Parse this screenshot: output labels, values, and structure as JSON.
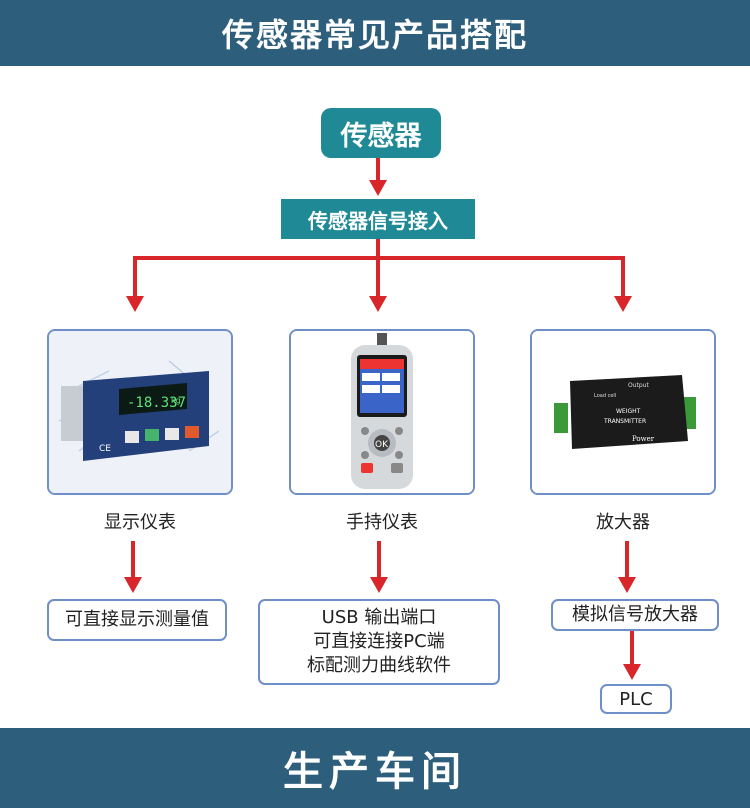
{
  "header": {
    "title": "传感器常见产品搭配"
  },
  "flow": {
    "sensor": "传感器",
    "signal_input": "传感器信号接入",
    "devices": [
      {
        "label": "显示仪表",
        "display_value": "-18.337",
        "display_unit": "kg",
        "outputs": [
          "可直接显示测量值"
        ]
      },
      {
        "label": "手持仪表",
        "ok_label": "OK",
        "outputs": [
          "USB 输出端口",
          "可直接连接PC端",
          "标配测力曲线软件"
        ]
      },
      {
        "label": "放大器",
        "module_output": "Output",
        "module_loadcell": "Load cell",
        "module_title1": "WEIGHT",
        "module_title2": "TRANSMITTER",
        "module_power": "Power",
        "outputs": [
          "模拟信号放大器"
        ],
        "final": "PLC"
      }
    ]
  },
  "footer": {
    "title": "生产车间"
  },
  "colors": {
    "banner": "#2d5f7c",
    "teal": "#1f8a96",
    "arrow": "#d8262a",
    "border": "#6f8fc8"
  }
}
